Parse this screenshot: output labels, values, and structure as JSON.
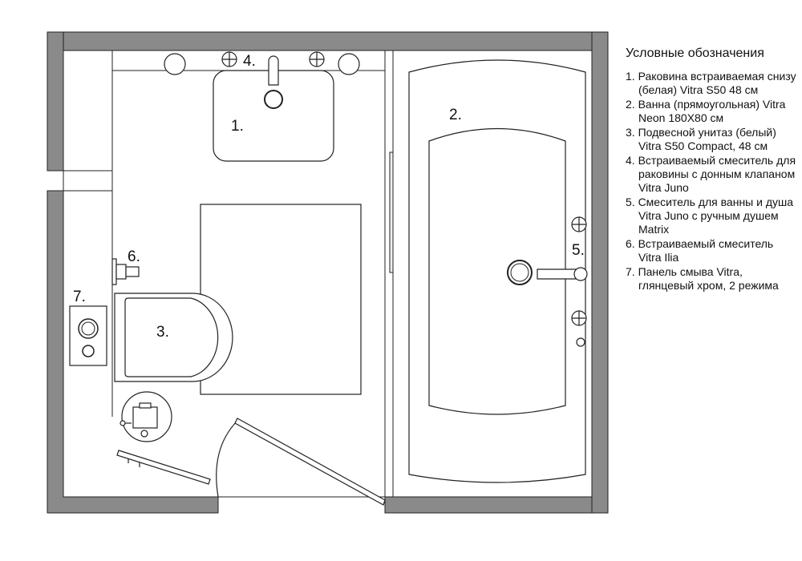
{
  "labels": {
    "sink": "1.",
    "bathtub": "2.",
    "toilet": "3.",
    "sink_mixer": "4.",
    "bath_mixer": "5.",
    "built_in_mixer": "6.",
    "flush_panel": "7."
  },
  "legend": {
    "title": "Условные обозначения",
    "items": [
      "1. Раковина встраиваемая снизу (белая) Vitra S50 48 см",
      "2. Ванна (прямоугольная) Vitra Neon 180Х80 см",
      "3. Подвесной унитаз (белый) Vitra S50 Compact, 48 см",
      "4. Встраиваемый смеситель для раковины с донным клапаном Vitra Juno",
      "5. Смеситель для ванны и душа Vitra Juno с ручным душем Matrix",
      "6. Встраиваемый смеситель Vitra Ilia",
      "7. Панель смыва Vitra, глянцевый хром, 2 режима"
    ]
  },
  "colors": {
    "wall": "#8a8a8a",
    "line": "#222222",
    "fixture": "#ffffff"
  }
}
